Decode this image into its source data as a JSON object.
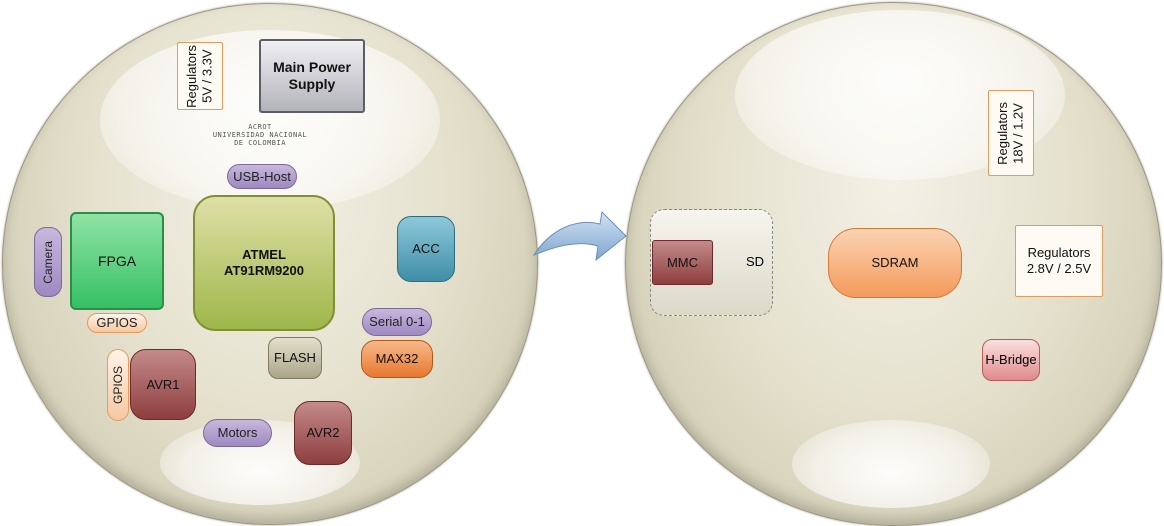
{
  "left_board": {
    "regulators_top": "Regulators\n5V / 3.3V",
    "main_power": "Main Power\nSupply",
    "caption_lines": [
      "ACROT",
      "UNIVERSIDAD NACIONAL",
      "DE COLOMBIA"
    ],
    "usb_host": "USB-Host",
    "camera": "Camera",
    "fpga": "FPGA",
    "gpios_fpga": "GPIOS",
    "atmel_line1": "ATMEL",
    "atmel_line2": "AT91RM9200",
    "acc": "ACC",
    "serial": "Serial 0-1",
    "max32": "MAX32",
    "flash": "FLASH",
    "gpios_avr": "GPIOS",
    "avr1": "AVR1",
    "motors": "Motors",
    "avr2": "AVR2"
  },
  "right_board": {
    "regulators_top": "Regulators\n18V / 1.2V",
    "mmc": "MMC",
    "sd": "SD",
    "sdram": "SDRAM",
    "regulators_mid_line1": "Regulators",
    "regulators_mid_line2": "2.8V / 2.5V",
    "hbridge": "H-Bridge"
  },
  "colors": {
    "arrow": "#7ea6cf",
    "purple": "#9f89c2",
    "maroon": "#8e3e3e",
    "orange": "#e8782f",
    "olive": "#9fb64a",
    "green": "#36c064",
    "teal": "#3f8ea8"
  }
}
